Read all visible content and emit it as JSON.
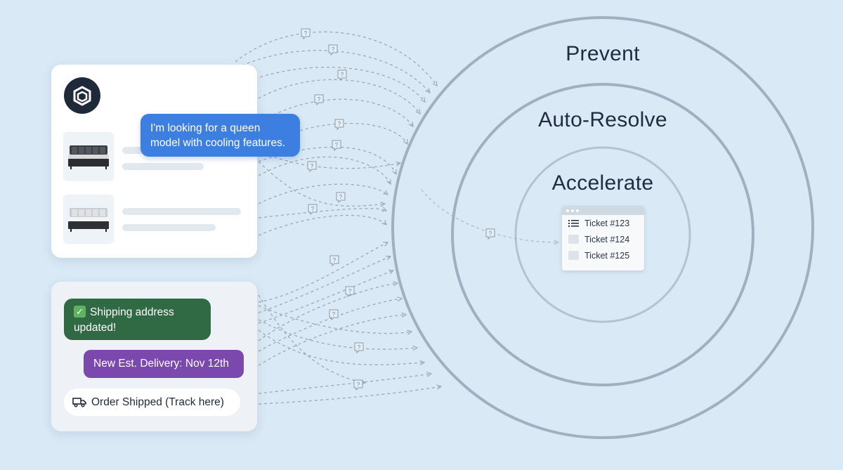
{
  "rings": {
    "outer": {
      "label": "Prevent"
    },
    "middle": {
      "label": "Auto-Resolve"
    },
    "inner": {
      "label": "Accelerate"
    }
  },
  "chat": {
    "message": "I'm looking for a queen model with cooling features."
  },
  "notifications": {
    "shipping": "Shipping address updated!",
    "delivery": "New Est. Delivery: Nov 12th",
    "order": "Order Shipped (Track here)"
  },
  "tickets": [
    "Ticket #123",
    "Ticket #124",
    "Ticket #125"
  ],
  "icons": {
    "logo": "shield-box-logo",
    "check": "check-icon",
    "truck": "truck-icon",
    "question": "question-bubble-icon",
    "list": "list-icon"
  },
  "colors": {
    "background": "#d9e9f5",
    "ring": "#9fb1c0",
    "chat_bubble": "#3d7fe0",
    "shipping_pill": "#2f6a45",
    "delivery_pill": "#7b48ad",
    "arrow": "#9aa9b6"
  }
}
